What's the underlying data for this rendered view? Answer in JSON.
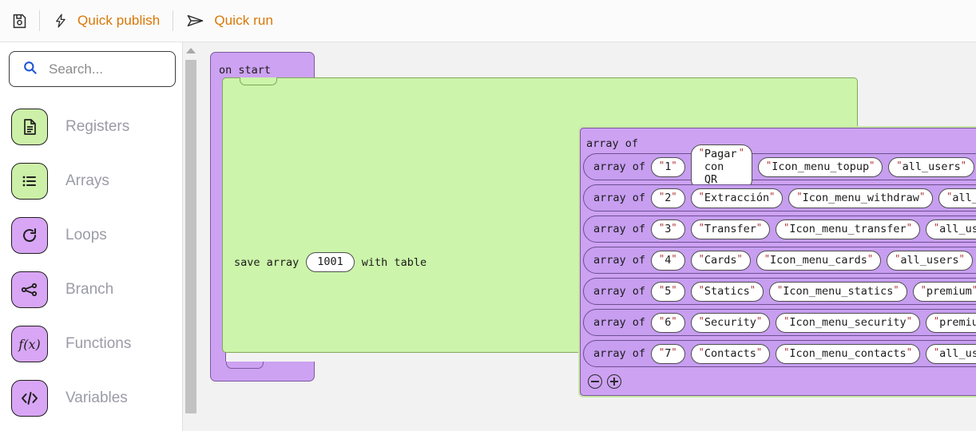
{
  "toolbar": {
    "save_icon": "floppy-disk-icon",
    "publish_icon": "lightning-bolt-icon",
    "publish_label": "Quick publish",
    "run_icon": "paper-plane-icon",
    "run_label": "Quick run",
    "accent_color": "#d97706"
  },
  "sidebar": {
    "search": {
      "placeholder": "Search...",
      "value": "",
      "icon": "search-icon"
    },
    "categories": [
      {
        "label": "Registers",
        "icon": "document-icon",
        "color": "#cdf0a8"
      },
      {
        "label": "Arrays",
        "icon": "list-icon",
        "color": "#cdf0a8"
      },
      {
        "label": "Loops",
        "icon": "refresh-icon",
        "color": "#d8a6f5"
      },
      {
        "label": "Branch",
        "icon": "branch-icon",
        "color": "#d8a6f5"
      },
      {
        "label": "Functions",
        "icon": "function-icon",
        "color": "#d8a6f5"
      },
      {
        "label": "Variables",
        "icon": "code-tags-icon",
        "color": "#d8a6f5"
      }
    ]
  },
  "canvas": {
    "background": "#f2f2f2",
    "scrollbar": {
      "orientation": "vertical",
      "arrow": "chevron-up-icon"
    },
    "blocks": {
      "on_start": {
        "label": "on start",
        "color": "#cda2f2"
      },
      "save_array": {
        "prefix": "save array",
        "number_value": "1001",
        "suffix": "with table",
        "color": "#ccf4aa"
      },
      "array_of": {
        "label": "array of",
        "color": "#cda2f2",
        "row_label": "array of",
        "rows": [
          {
            "id": "1",
            "name": "Pagar con QR",
            "icon": "Icon_menu_topup",
            "audience": "all_users"
          },
          {
            "id": "2",
            "name": "Extracción",
            "icon": "Icon_menu_withdraw",
            "audience": "all_users"
          },
          {
            "id": "3",
            "name": "Transfer",
            "icon": "Icon_menu_transfer",
            "audience": "all_users"
          },
          {
            "id": "4",
            "name": "Cards",
            "icon": "Icon_menu_cards",
            "audience": "all_users"
          },
          {
            "id": "5",
            "name": "Statics",
            "icon": "Icon_menu_statics",
            "audience": "premium"
          },
          {
            "id": "6",
            "name": "Security",
            "icon": "Icon_menu_security",
            "audience": "premium"
          },
          {
            "id": "7",
            "name": "Contacts",
            "icon": "Icon_menu_contacts",
            "audience": "all_users"
          }
        ],
        "remove_icon": "minus-circle-icon",
        "add_icon": "plus-circle-icon"
      }
    }
  }
}
